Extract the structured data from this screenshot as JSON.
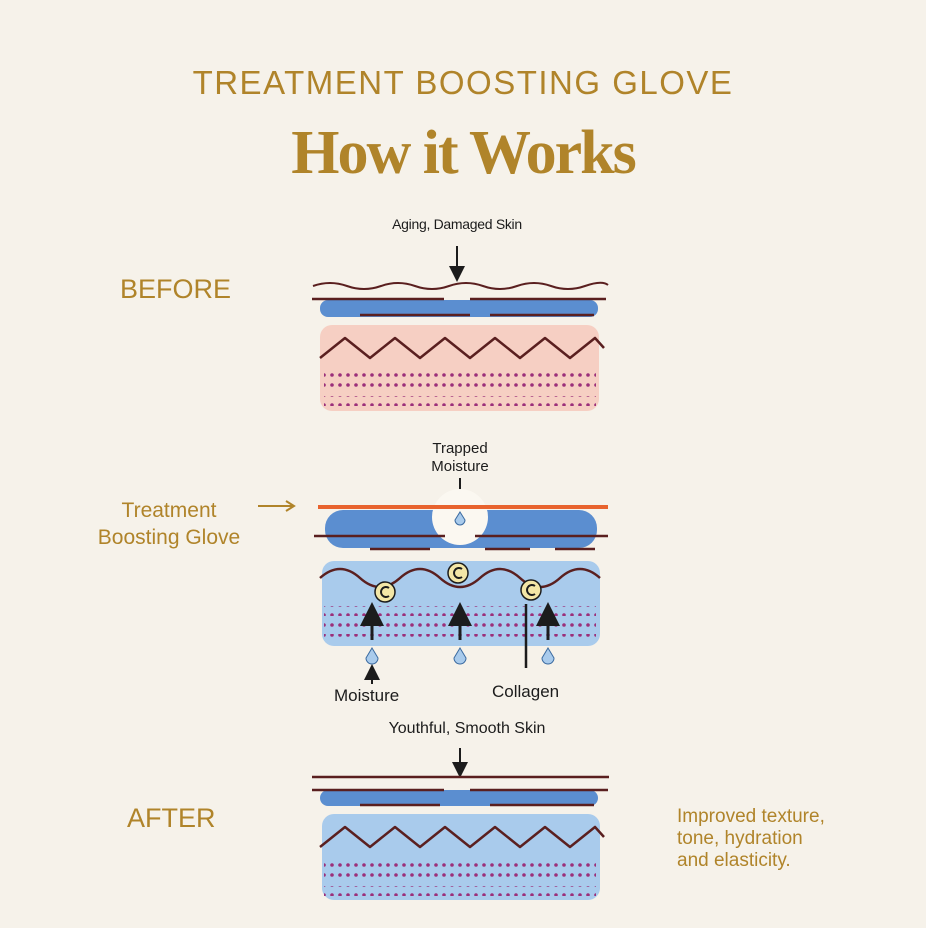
{
  "header": {
    "kicker": "TREATMENT BOOSTING GLOVE",
    "title": "How it Works"
  },
  "before": {
    "stage_label": "BEFORE",
    "caption": "Aging, Damaged Skin"
  },
  "during": {
    "side_label_line1": "Treatment",
    "side_label_line2": "Boosting Glove",
    "trapped_line1": "Trapped",
    "trapped_line2": "Moisture",
    "moisture_label": "Moisture",
    "collagen_label": "Collagen",
    "collagen_symbol": "C"
  },
  "after": {
    "caption": "Youthful, Smooth Skin",
    "stage_label": "AFTER",
    "result_line1": "Improved texture,",
    "result_line2": "tone, hydration",
    "result_line3": "and elasticity."
  },
  "colors": {
    "background": "#f6f2ea",
    "gold": "#b0842a",
    "dark_line": "#5a1f1f",
    "blue": "#5b8ed0",
    "light_blue": "#a9cbec",
    "pink": "#f6cfc3",
    "dot": "#9b2f7a",
    "glove": "#e8632e",
    "collagen": "#f3e6a6"
  }
}
